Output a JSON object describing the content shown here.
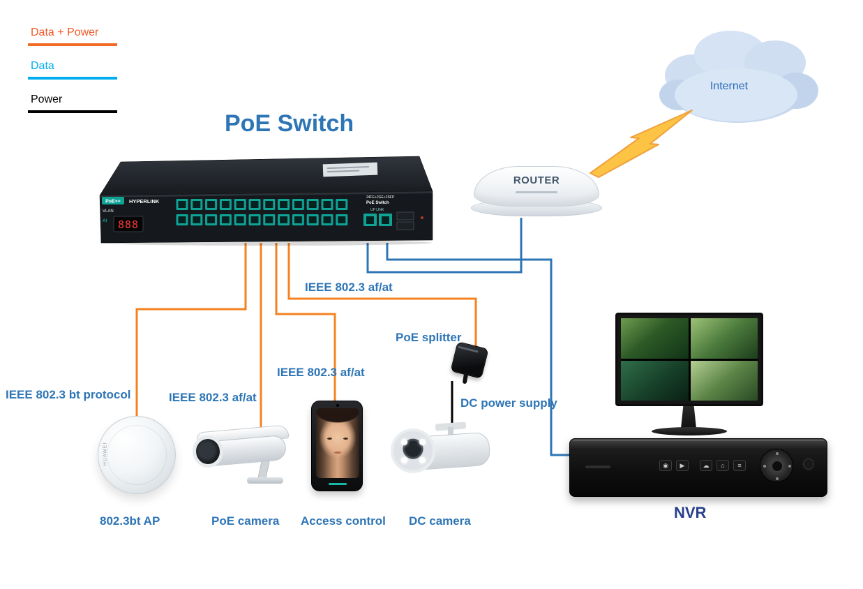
{
  "title": "PoE Switch",
  "legend": {
    "items": [
      {
        "label": "Data + Power",
        "color": "#f15a29"
      },
      {
        "label": "Data",
        "color": "#00aeef"
      },
      {
        "label": "Power",
        "color": "#000000"
      }
    ]
  },
  "colors": {
    "data_power_line": "#f58220",
    "data_line": "#2e75b6",
    "power_line": "#000000",
    "label_blue": "#2e75b6"
  },
  "cloud": {
    "label": "Internet"
  },
  "router": {
    "label": "ROUTER"
  },
  "switch": {
    "badge": "PoE++",
    "brand": "HYPERLINK",
    "vlan_label": "VLAN",
    "ai_label": "AI",
    "display": "888",
    "front_line1": "24FE+2GE+2SFP",
    "front_line2": "PoE Switch",
    "uplink_label": "UP LINK"
  },
  "labels": {
    "splitter_protocol": "IEEE 802.3 af/at",
    "access_protocol": "IEEE 802.3 af/at",
    "poe_camera_protocol": "IEEE 802.3 af/at",
    "ap_protocol": "IEEE 802.3 bt protocol",
    "splitter": "PoE splitter",
    "dc_power": "DC power supply"
  },
  "devices": {
    "ap": {
      "label": "802.3bt AP",
      "brand": "HUAWEI"
    },
    "poe_camera": {
      "label": "PoE camera"
    },
    "access_control": {
      "label": "Access control"
    },
    "dc_camera": {
      "label": "DC camera"
    },
    "nvr": {
      "label": "NVR",
      "buttons": [
        {
          "name": "power-button",
          "glyph": "◉"
        },
        {
          "name": "play-button",
          "glyph": "▶"
        },
        {
          "name": "cloud-button",
          "glyph": "☁"
        },
        {
          "name": "home-button",
          "glyph": "⌂"
        },
        {
          "name": "menu-button",
          "glyph": "≡"
        }
      ]
    }
  }
}
